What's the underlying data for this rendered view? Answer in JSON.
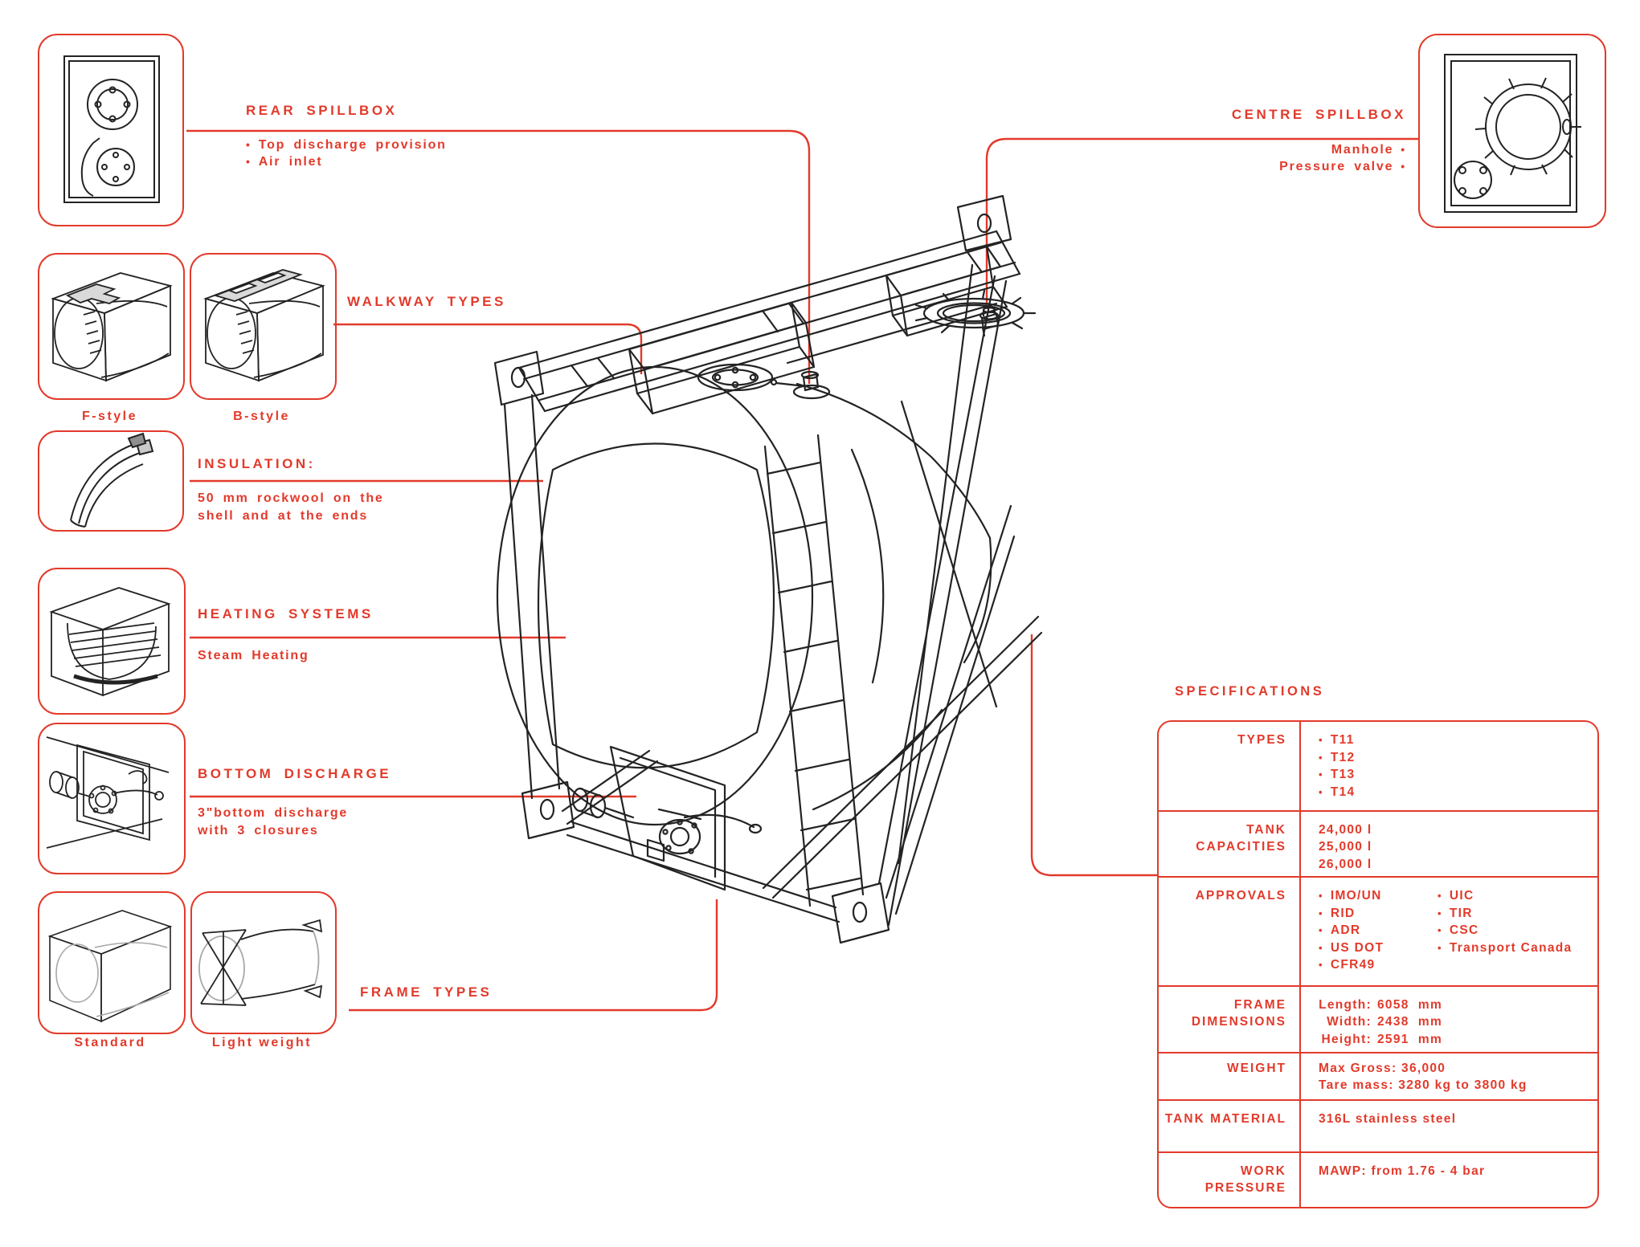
{
  "colors": {
    "accent": "#e23a2b",
    "line": "#232323",
    "grey_fill": "#d9d9d9"
  },
  "icons": {
    "bullet": "•"
  },
  "callouts": {
    "rear_spillbox": {
      "title": "REAR SPILLBOX",
      "bullets": [
        "Top discharge provision",
        "Air inlet"
      ]
    },
    "centre_spillbox": {
      "title": "CENTRE SPILLBOX",
      "bullets": [
        "Manhole",
        "Pressure valve"
      ]
    },
    "walkway_types": {
      "title": "WALKWAY TYPES",
      "variants": [
        "F-style",
        "B-style"
      ]
    },
    "insulation": {
      "title": "INSULATION:",
      "line1": "50 mm rockwool on the",
      "line2": "shell and at the ends"
    },
    "heating": {
      "title": "HEATING SYSTEMS",
      "description": "Steam Heating"
    },
    "bottom_discharge": {
      "title": "BOTTOM DISCHARGE",
      "line1": "3\"bottom discharge",
      "line2": "with 3 closures"
    },
    "frame_types": {
      "title": "FRAME TYPES",
      "variants": [
        "Standard",
        "Light weight"
      ]
    }
  },
  "specifications": {
    "title": "SPECIFICATIONS",
    "rows": [
      {
        "label": "TYPES",
        "bullets": [
          "T11",
          "T12",
          "T13",
          "T14"
        ]
      },
      {
        "label": "TANK CAPACITIES",
        "lines": [
          "24,000 l",
          "25,000 l",
          "26,000 l"
        ]
      },
      {
        "label": "APPROVALS",
        "col1": [
          "IMO/UN",
          "RID",
          "ADR",
          "US DOT",
          "CFR49"
        ],
        "col2": [
          "UIC",
          "TIR",
          "CSC",
          "Transport Canada"
        ]
      },
      {
        "label": "FRAME DIMENSIONS",
        "dims": [
          {
            "k": "Length:",
            "v": "6058  mm"
          },
          {
            "k": "Width:",
            "v": "2438  mm"
          },
          {
            "k": "Height:",
            "v": "2591  mm"
          }
        ]
      },
      {
        "label": "WEIGHT",
        "lines": [
          "Max Gross: 36,000",
          "Tare mass: 3280 kg to 3800 kg"
        ]
      },
      {
        "label": "TANK MATERIAL",
        "lines": [
          "316L stainless steel"
        ]
      },
      {
        "label": "WORK PRESSURE",
        "lines": [
          "MAWP: from 1.76 - 4 bar"
        ]
      }
    ]
  }
}
